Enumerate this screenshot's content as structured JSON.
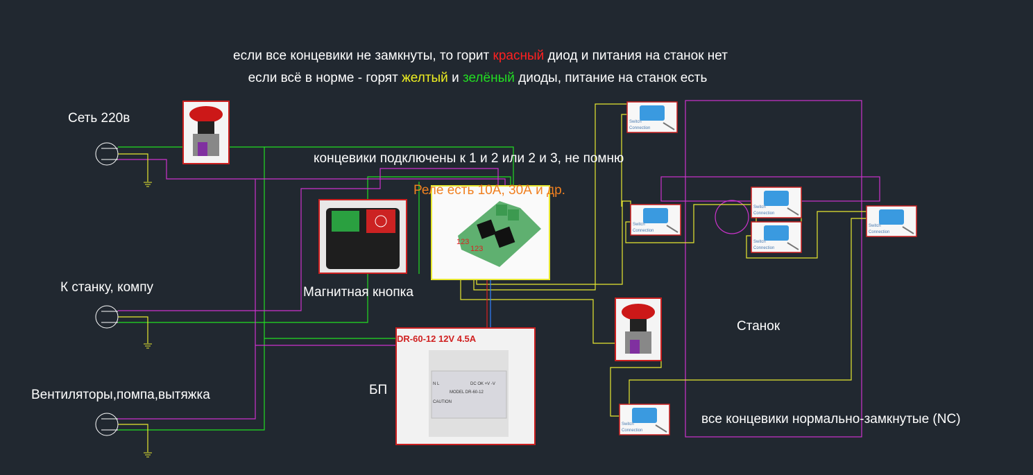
{
  "header": {
    "line1": {
      "a": "если все концевики не замкнуты, то горит ",
      "red": "красный",
      "b": " диод и питания на станок нет"
    },
    "line2": {
      "a": "если всё в норме - горят ",
      "yellow": "желтый",
      "b": " и ",
      "green": "зелёный",
      "c": " диоды, питание на станок есть"
    }
  },
  "labels": {
    "mains": "Сеть 220в",
    "to_machine": "К станку, компу",
    "fans": "Вентиляторы,помпа,вытяжка",
    "limit_note": "концевики подключены к 1 и 2 или 2 и 3, не помню",
    "relay_note": "Реле есть 10А, 30А и др.",
    "mag_button": "Магнитная кнопка",
    "psu": "БП",
    "psu_model": "DR-60-12 12V 4.5A",
    "machine": "Станок",
    "nc_note": "все концевики нормально-замкнутые (NC)",
    "relay_pins": [
      "123",
      "123"
    ],
    "switch_caption": [
      "Switch",
      "Connection"
    ],
    "psu_plate": {
      "model": "MODEL DR-60-12",
      "caution": "CAUTION",
      "terms": "N  L",
      "dc": "DC OK +V   -V"
    }
  },
  "colors": {
    "bg": "#212830",
    "wire_green": "#22dd22",
    "wire_magenta": "#cc33cc",
    "wire_yellow": "#e8e830",
    "red": "#ff2020",
    "orange": "#f08020"
  }
}
